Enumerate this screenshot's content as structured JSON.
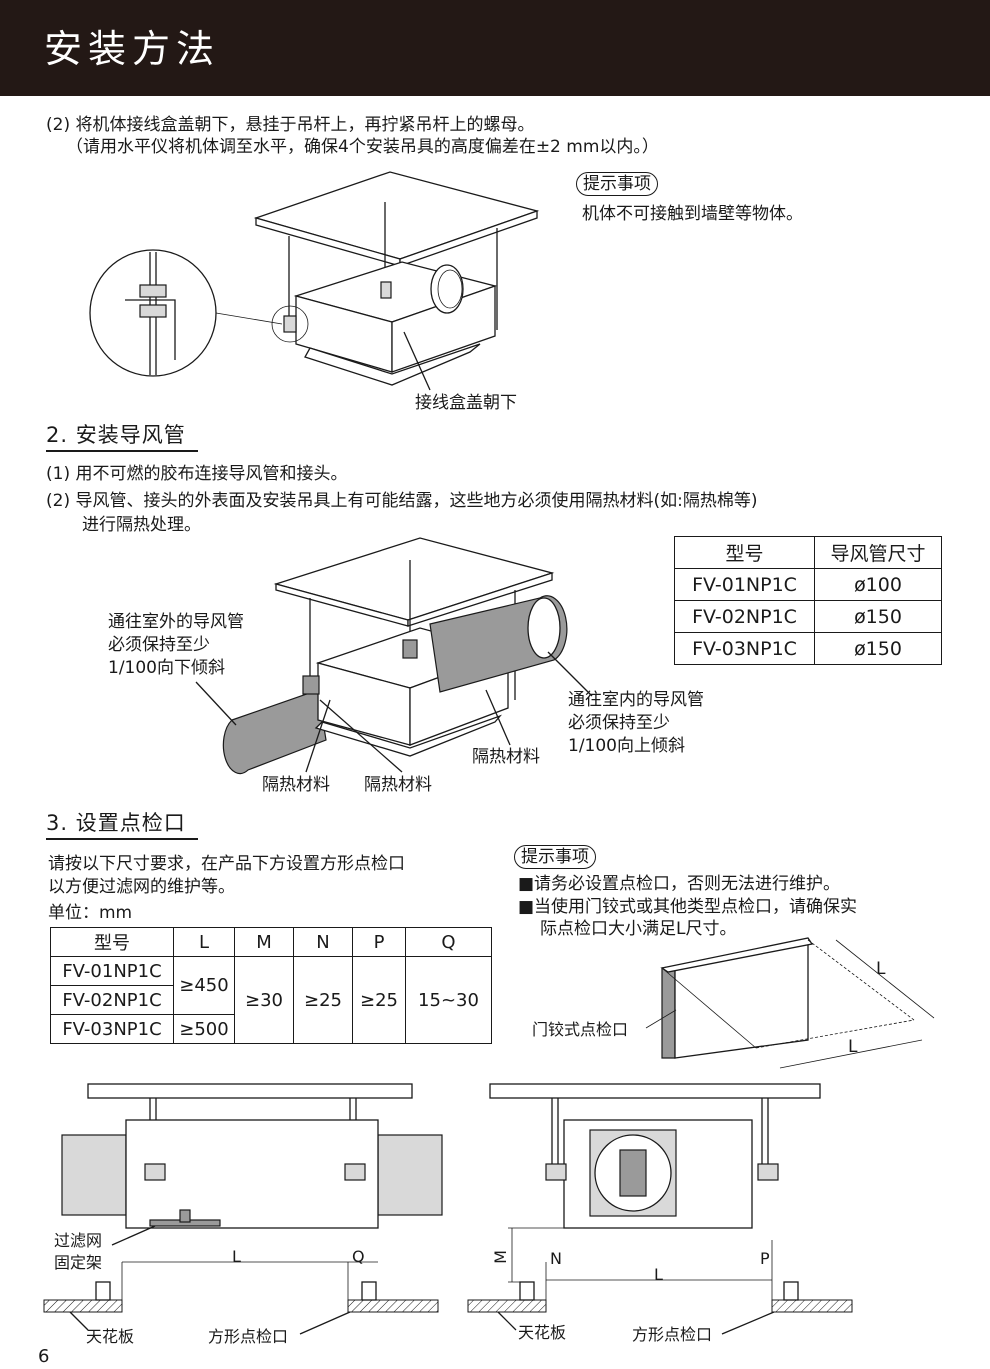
{
  "header": {
    "title": "安装方法"
  },
  "step2": {
    "line1": "(2) 将机体接线盒盖朝下，悬挂于吊杆上，再拧紧吊杆上的螺母。",
    "line2": "（请用水平仪将机体调至水平，确保4个安装吊具的高度偏差在±2 mm以内。）",
    "note_tag": "提示事项",
    "note_text": "机体不可接触到墙壁等物体。",
    "callout": "接线盒盖朝下"
  },
  "section2": {
    "title": "2. 安装导风管",
    "item1": "(1) 用不可燃的胶布连接导风管和接头。",
    "item2_line1": "(2) 导风管、接头的外表面及安装吊具上有可能结露，这些地方必须使用隔热材料(如:隔热棉等)",
    "item2_line2": "进行隔热处理。",
    "outdoor_line1": "通往室外的导风管",
    "outdoor_line2": "必须保持至少",
    "outdoor_line3": "1/100向下倾斜",
    "indoor_line1": "通往室内的导风管",
    "indoor_line2": "必须保持至少",
    "indoor_line3": "1/100向上倾斜",
    "insulation_1": "隔热材料",
    "insulation_2": "隔热材料",
    "insulation_3": "隔热材料",
    "table": {
      "headers": [
        "型号",
        "导风管尺寸"
      ],
      "rows": [
        [
          "FV-01NP1C",
          "ø100"
        ],
        [
          "FV-02NP1C",
          "ø150"
        ],
        [
          "FV-03NP1C",
          "ø150"
        ]
      ]
    }
  },
  "section3": {
    "title": "3. 设置点检口",
    "desc1": "请按以下尺寸要求，在产品下方设置方形点检口",
    "desc2": "以方便过滤网的维护等。",
    "unit": "单位：mm",
    "table": {
      "headers": [
        "型号",
        "L",
        "M",
        "N",
        "P",
        "Q"
      ],
      "models": [
        "FV-01NP1C",
        "FV-02NP1C",
        "FV-03NP1C"
      ],
      "L_small": "≥450",
      "L_large": "≥500",
      "M": "≥30",
      "N": "≥25",
      "P": "≥25",
      "Q": "15~30"
    },
    "note_tag": "提示事项",
    "note1": "■请务必设置点检口，否则无法进行维护。",
    "note2_line1": "■当使用门铰式或其他类型点检口，请确保实",
    "note2_line2": "际点检口大小满足L尺寸。",
    "hinge_label": "门铰式点检口",
    "dim_L": "L",
    "filter_line1": "过滤网",
    "filter_line2": "固定架",
    "dim_Q": "Q",
    "dim_M": "M",
    "dim_N": "N",
    "dim_P": "P",
    "ceiling_label": "天花板",
    "opening_label": "方形点检口"
  },
  "page_number": "6"
}
